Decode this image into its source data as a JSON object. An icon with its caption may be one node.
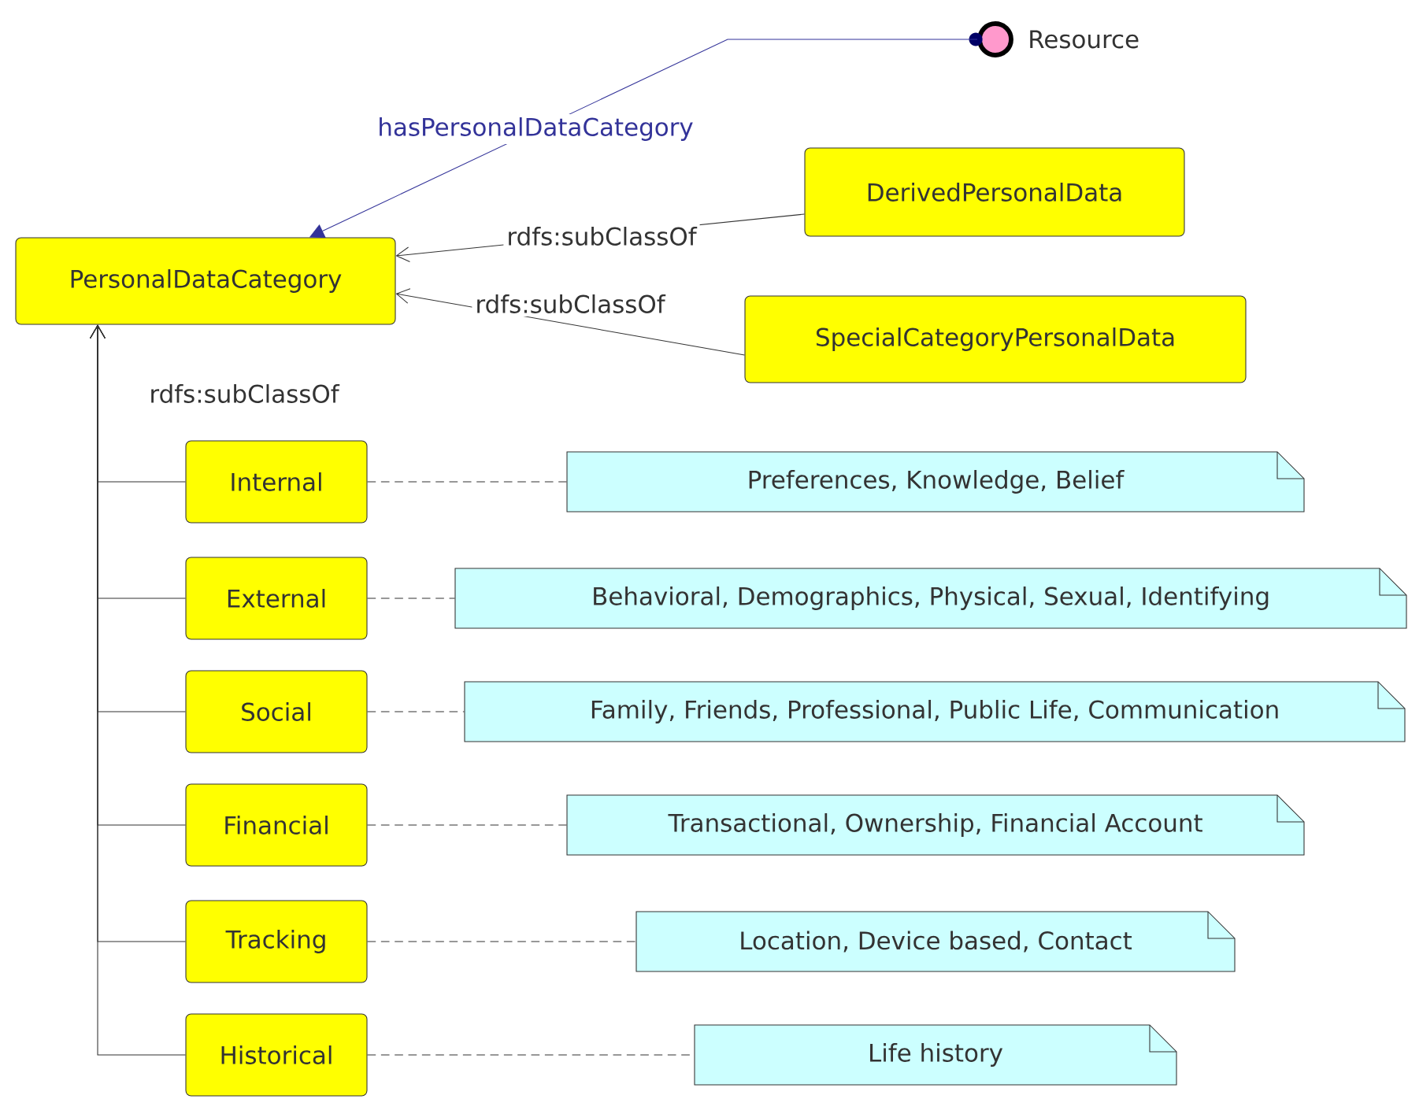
{
  "diagram": {
    "nodes": [
      {
        "text": [],
        "shape": "circle",
        "beside": [
          "Resource"
        ]
      },
      {
        "text": [
          "PersonalDataCategory"
        ]
      },
      {
        "text": [
          "DerivedPersonalData"
        ]
      },
      {
        "text": [
          "SpecialCategoryPersonalData"
        ]
      },
      {
        "text": [
          "Internal"
        ]
      },
      {
        "text": [
          "External"
        ]
      },
      {
        "text": [
          "Social"
        ]
      },
      {
        "text": [
          "Financial"
        ]
      },
      {
        "text": [
          "Tracking"
        ]
      },
      {
        "text": [
          "Historical"
        ]
      },
      {
        "text": [
          "Preferences, Knowledge, Belief"
        ]
      },
      {
        "text": [
          "Behavioral, Demographics, Physical, Sexual, Identifying"
        ]
      },
      {
        "text": [
          "Family, Friends, Professional, Public Life, Communication"
        ]
      },
      {
        "text": [
          "Transactional, Ownership, Financial Account"
        ]
      },
      {
        "text": [
          "Location, Device based, Contact"
        ]
      },
      {
        "text": [
          "Life history"
        ]
      }
    ],
    "edges": [
      {
        "from": 0,
        "to": 1,
        "arrow": "to",
        "label": "hasPersonalDataCategory",
        "color": "#333399"
      },
      {
        "from": 2,
        "to": 1,
        "arrow": "to",
        "label": "rdfs:subClassOf"
      },
      {
        "from": 3,
        "to": 1,
        "arrow": "to",
        "label": "rdfs:subClassOf"
      },
      {
        "from": 4,
        "to": 1,
        "arrow": "to",
        "label": "rdfs:subClassOf"
      },
      {
        "from": 5,
        "to": 1,
        "arrow": "to"
      },
      {
        "from": 6,
        "to": 1,
        "arrow": "to"
      },
      {
        "from": 7,
        "to": 1,
        "arrow": "to"
      },
      {
        "from": 8,
        "to": 1,
        "arrow": "to"
      },
      {
        "from": 9,
        "to": 1,
        "arrow": "to"
      },
      {
        "from": 4,
        "to": 10,
        "arrow": "none",
        "style": "dashed"
      },
      {
        "from": 5,
        "to": 11,
        "arrow": "none",
        "style": "dashed"
      },
      {
        "from": 6,
        "to": 12,
        "arrow": "none",
        "style": "dashed"
      },
      {
        "from": 7,
        "to": 13,
        "arrow": "none",
        "style": "dashed"
      },
      {
        "from": 8,
        "to": 14,
        "arrow": "none",
        "style": "dashed"
      },
      {
        "from": 9,
        "to": 15,
        "arrow": "none",
        "style": "dashed"
      }
    ]
  }
}
